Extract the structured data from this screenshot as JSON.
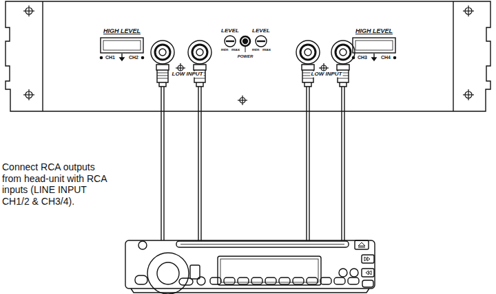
{
  "diagram": {
    "labels": [
      "HIGH LEVEL",
      "CH1",
      "CH2",
      "LOW INPUT",
      "LEVEL",
      "min",
      "max",
      "LEVEL",
      "min",
      "max",
      "POWER",
      "LOW INPUT",
      "HIGH LEVEL",
      "CH3",
      "CH4",
      "Connect RCA outputs from head-unit with RCA inputs (LINE INPUT CH1/2 & CH3/4)."
    ]
  }
}
